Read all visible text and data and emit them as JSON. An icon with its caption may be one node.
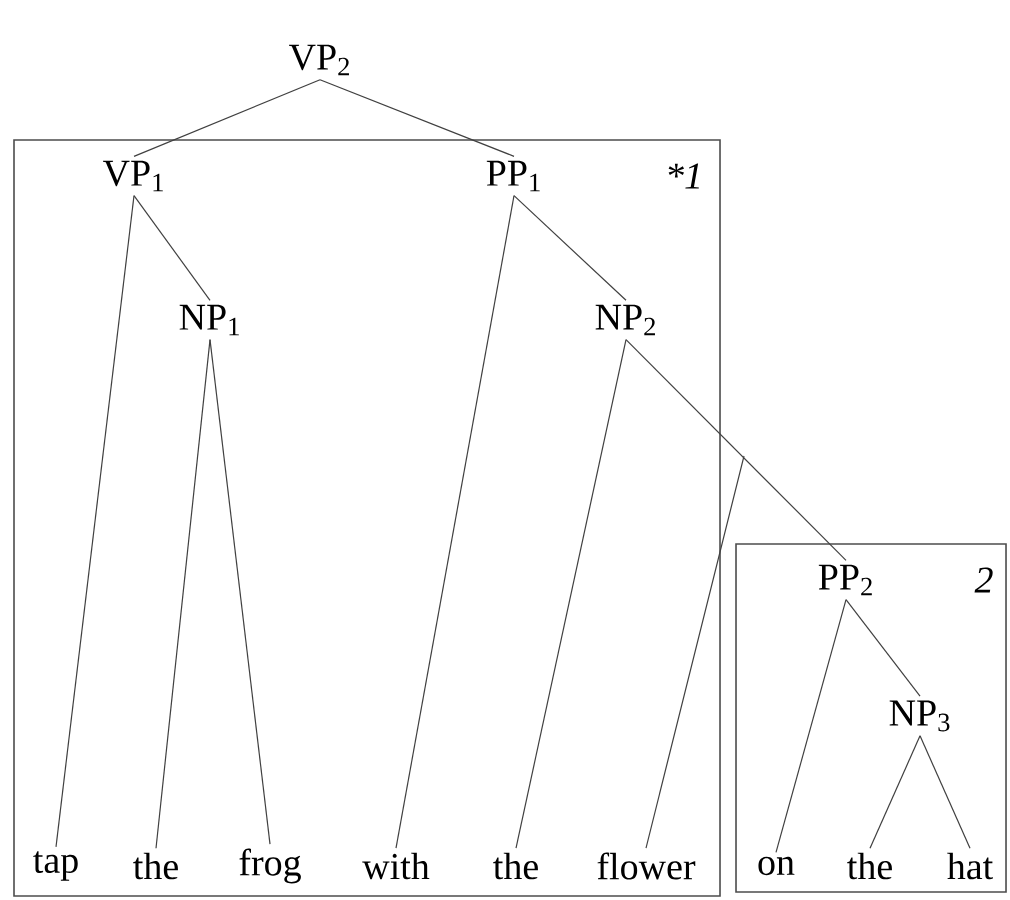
{
  "diagram": {
    "nodes": [
      {
        "text": [
          "VP$_{2}$"
        ]
      },
      {
        "text": [
          "*1"
        ]
      },
      {
        "text": [
          "VP$_{1}$"
        ],
        "in": 1
      },
      {
        "text": [
          "PP$_{1}$"
        ],
        "in": 1
      },
      {
        "text": [
          "NP$_{1}$"
        ],
        "in": 1
      },
      {
        "text": [
          "NP$_{2}$"
        ],
        "in": 1
      },
      {
        "text": [
          "tap"
        ],
        "in": 1
      },
      {
        "text": [
          "the"
        ],
        "in": 1
      },
      {
        "text": [
          "frog"
        ],
        "in": 1
      },
      {
        "text": [
          "with"
        ],
        "in": 1
      },
      {
        "text": [
          "the"
        ],
        "in": 1
      },
      {
        "text": [
          "flower"
        ],
        "in": 1
      },
      {
        "text": [
          "2"
        ]
      },
      {
        "text": [
          "PP$_{2}$"
        ],
        "in": 12
      },
      {
        "text": [
          "NP$_{3}$"
        ],
        "in": 12
      },
      {
        "text": [
          "on"
        ],
        "in": 12
      },
      {
        "text": [
          "the"
        ],
        "in": 12
      },
      {
        "text": [
          "hat"
        ],
        "in": 12
      }
    ],
    "edges": [
      {
        "from": 0,
        "to": 2,
        "arrow": "none"
      },
      {
        "from": 0,
        "to": 3,
        "arrow": "none"
      },
      {
        "from": 2,
        "to": 6,
        "arrow": "none"
      },
      {
        "from": 2,
        "to": 4,
        "arrow": "none"
      },
      {
        "from": 4,
        "to": 7,
        "arrow": "none"
      },
      {
        "from": 4,
        "to": 8,
        "arrow": "none"
      },
      {
        "from": 3,
        "to": 9,
        "arrow": "none"
      },
      {
        "from": 3,
        "to": 5,
        "arrow": "none"
      },
      {
        "from": 5,
        "to": 10,
        "arrow": "none"
      },
      {
        "from": 5,
        "to": 13,
        "arrow": "none"
      },
      {
        "from": 11,
        "to": null,
        "arrow": "none"
      },
      {
        "from": 13,
        "to": 15,
        "arrow": "none"
      },
      {
        "from": 13,
        "to": 14,
        "arrow": "none"
      },
      {
        "from": 14,
        "to": 16,
        "arrow": "none"
      },
      {
        "from": 14,
        "to": 17,
        "arrow": "none"
      }
    ]
  }
}
